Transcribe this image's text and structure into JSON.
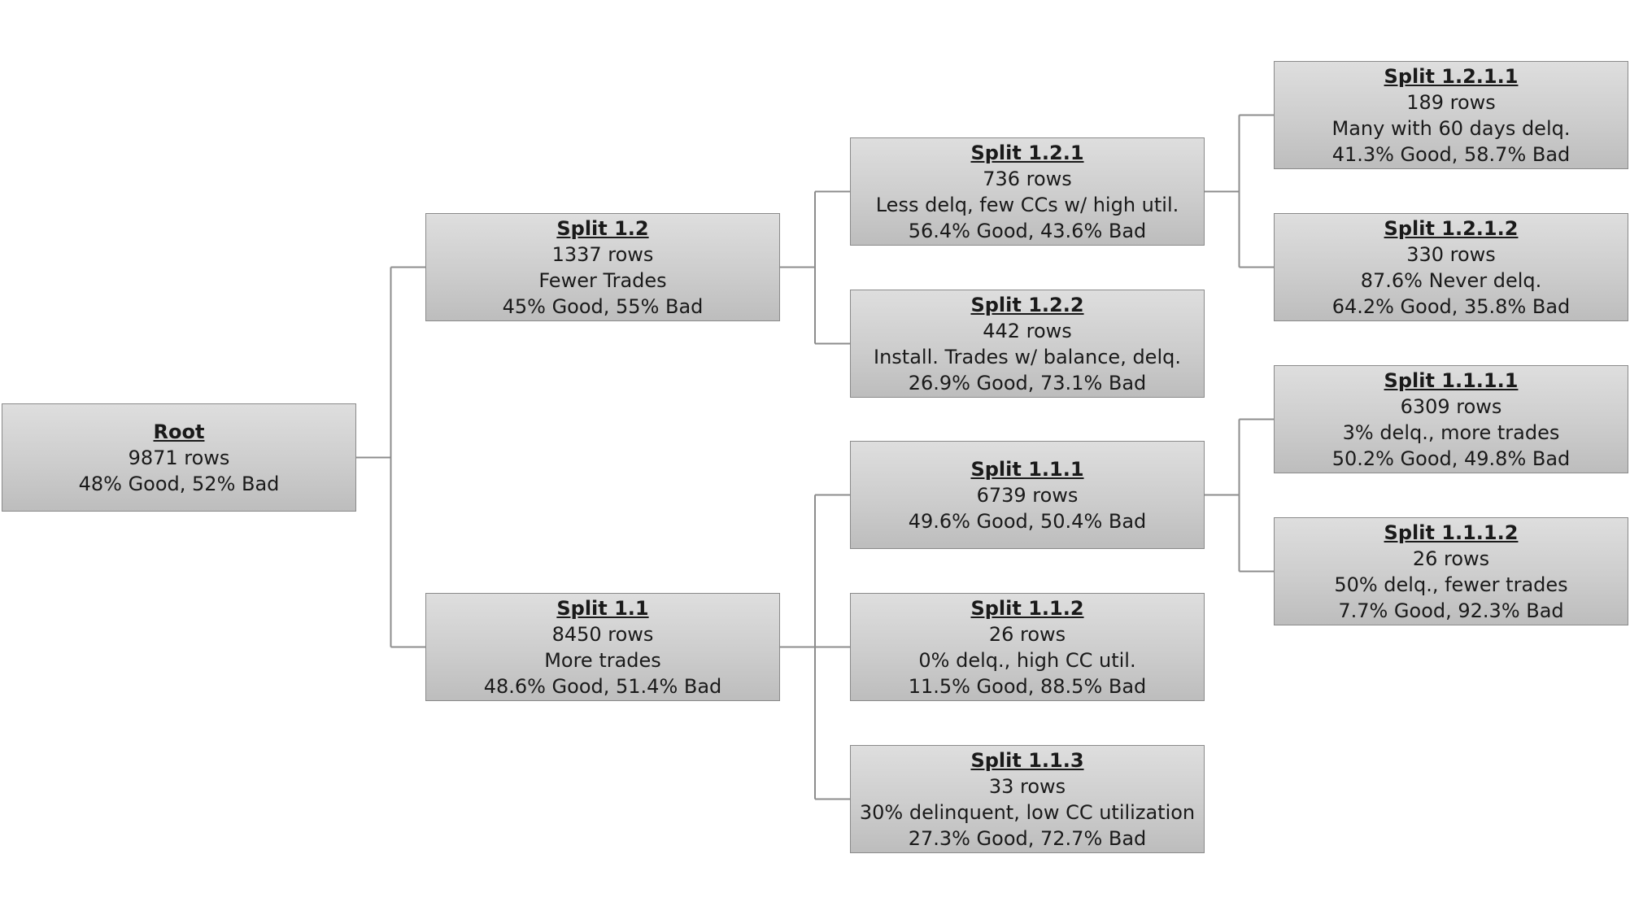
{
  "nodes": {
    "root": {
      "title": "Root",
      "rows": "9871 rows",
      "desc": "",
      "stats": "48% Good, 52% Bad"
    },
    "s12": {
      "title": "Split 1.2",
      "rows": "1337 rows",
      "desc": "Fewer Trades",
      "stats": "45% Good, 55% Bad"
    },
    "s11": {
      "title": "Split 1.1",
      "rows": "8450 rows",
      "desc": "More trades",
      "stats": "48.6% Good, 51.4% Bad"
    },
    "s121": {
      "title": "Split 1.2.1",
      "rows": "736 rows",
      "desc": "Less delq, few CCs w/ high util.",
      "stats": "56.4% Good, 43.6% Bad"
    },
    "s122": {
      "title": "Split 1.2.2",
      "rows": "442 rows",
      "desc": "Install. Trades w/ balance, delq.",
      "stats": "26.9% Good, 73.1% Bad"
    },
    "s111": {
      "title": "Split 1.1.1",
      "rows": "6739 rows",
      "desc": "",
      "stats": "49.6% Good, 50.4% Bad"
    },
    "s112": {
      "title": "Split 1.1.2",
      "rows": "26 rows",
      "desc": "0% delq., high CC util.",
      "stats": "11.5% Good, 88.5% Bad"
    },
    "s113": {
      "title": "Split 1.1.3",
      "rows": "33 rows",
      "desc": "30% delinquent, low CC utilization",
      "stats": "27.3% Good, 72.7% Bad"
    },
    "s1211": {
      "title": "Split 1.2.1.1",
      "rows": "189 rows",
      "desc": "Many with 60 days delq.",
      "stats": "41.3% Good, 58.7% Bad"
    },
    "s1212": {
      "title": "Split 1.2.1.2",
      "rows": "330 rows",
      "desc": "87.6% Never delq.",
      "stats": "64.2% Good, 35.8% Bad"
    },
    "s1111": {
      "title": "Split 1.1.1.1",
      "rows": "6309 rows",
      "desc": "3% delq., more trades",
      "stats": "50.2% Good, 49.8% Bad"
    },
    "s1112": {
      "title": "Split 1.1.1.2",
      "rows": "26 rows",
      "desc": "50% delq., fewer trades",
      "stats": "7.7% Good, 92.3% Bad"
    }
  },
  "edges": [
    [
      "root",
      "s12"
    ],
    [
      "root",
      "s11"
    ],
    [
      "s12",
      "s121"
    ],
    [
      "s12",
      "s122"
    ],
    [
      "s11",
      "s111"
    ],
    [
      "s11",
      "s112"
    ],
    [
      "s11",
      "s113"
    ],
    [
      "s121",
      "s1211"
    ],
    [
      "s121",
      "s1212"
    ],
    [
      "s111",
      "s1111"
    ],
    [
      "s111",
      "s1112"
    ]
  ]
}
